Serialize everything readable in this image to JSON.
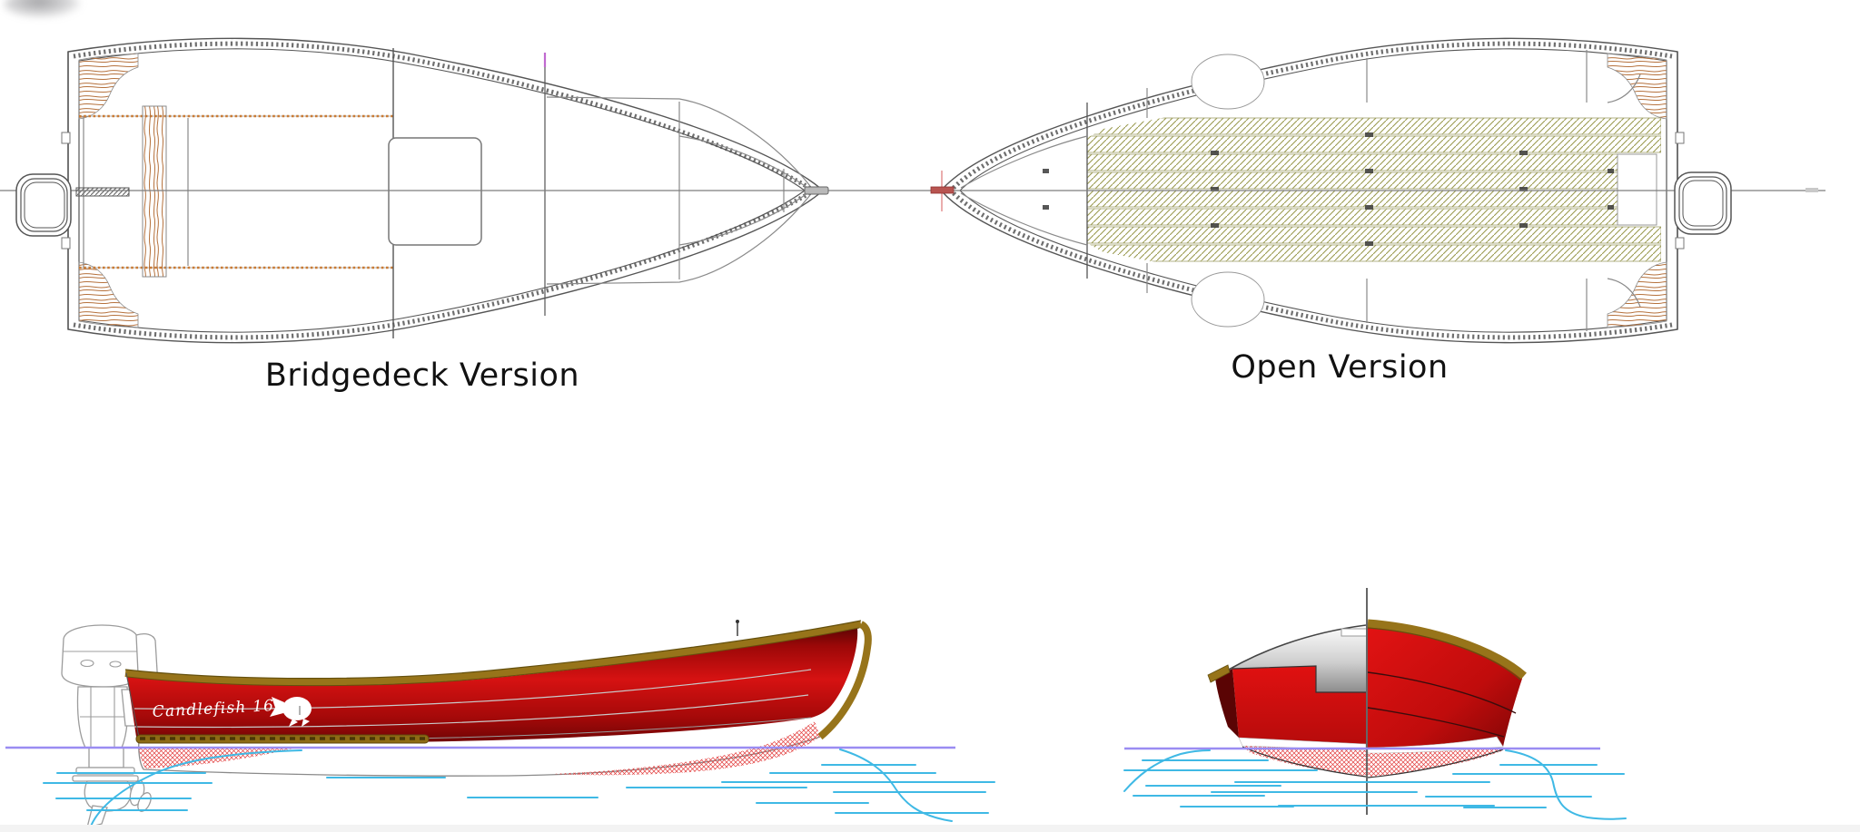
{
  "page": {
    "background": "#ffffff"
  },
  "palette": {
    "page_bg": "#ffffff",
    "label_color": "#111111",
    "line": "#555555",
    "line_light": "#9a9a9a",
    "hull_red": "#d01010",
    "hull_red_dark": "#5e0404",
    "gold": "#97741a",
    "gold_dark": "#64500e",
    "olive": "#9a9a4f",
    "wood": "#b5713c",
    "orange_dots": "#c97b35",
    "cyan": "#3fb9e5",
    "lavender": "#9a8cf2",
    "hatch_red": "#e23c3c",
    "silver_deck": "#9a9a9a"
  },
  "plan_views": {
    "bridgedeck": {
      "label": "Bridgedeck Version"
    },
    "open": {
      "label": "Open Version"
    }
  },
  "side_view": {
    "boat_name": "Candlefish 16"
  }
}
